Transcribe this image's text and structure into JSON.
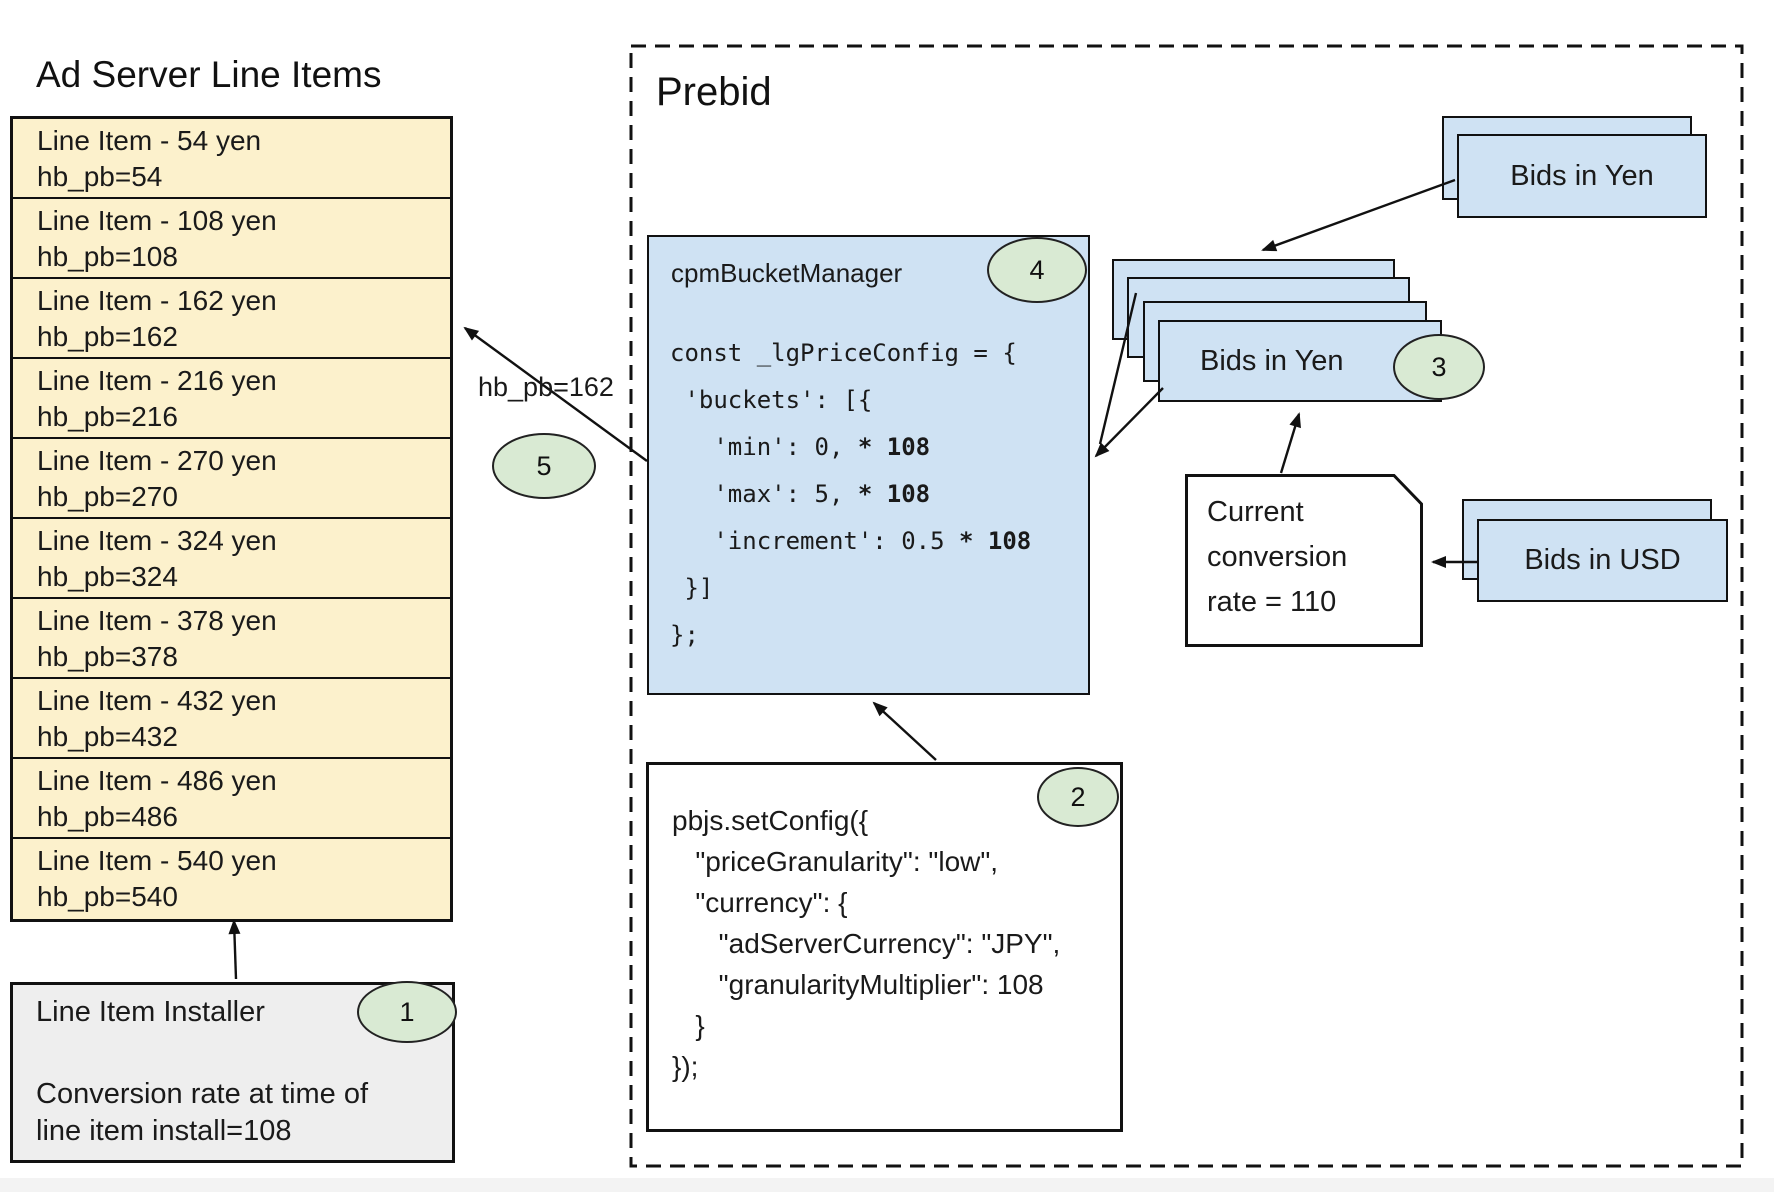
{
  "colors": {
    "card_blue": "#cfe2f3",
    "table_yellow": "#fcf1cc",
    "badge_green": "#d9ead3",
    "installer_gray": "#eeeeee",
    "line_black": "#111111"
  },
  "ad_server": {
    "title": "Ad Server Line Items",
    "line_items": [
      {
        "name": "Line Item - 54 yen",
        "hb_pb": "hb_pb=54"
      },
      {
        "name": "Line Item - 108 yen",
        "hb_pb": "hb_pb=108"
      },
      {
        "name": "Line Item - 162 yen",
        "hb_pb": "hb_pb=162"
      },
      {
        "name": "Line Item - 216 yen",
        "hb_pb": "hb_pb=216"
      },
      {
        "name": "Line Item - 270 yen",
        "hb_pb": "hb_pb=270"
      },
      {
        "name": "Line Item - 324 yen",
        "hb_pb": "hb_pb=324"
      },
      {
        "name": "Line Item - 378 yen",
        "hb_pb": "hb_pb=378"
      },
      {
        "name": "Line Item - 432 yen",
        "hb_pb": "hb_pb=432"
      },
      {
        "name": "Line Item - 486 yen",
        "hb_pb": "hb_pb=486"
      },
      {
        "name": "Line Item - 540 yen",
        "hb_pb": "hb_pb=540"
      }
    ],
    "installer": {
      "title": "Line Item Installer",
      "badge": "1",
      "note_lines": [
        "Conversion rate at time of",
        "line item install=108"
      ]
    }
  },
  "prebid": {
    "title": "Prebid",
    "cpm_bucket_manager": {
      "title": "cpmBucketManager",
      "badge": "4",
      "code": [
        [
          {
            "text": "const _lgPriceConfig = {",
            "bold": false
          }
        ],
        [
          {
            "text": " 'buckets': [{",
            "bold": false
          }
        ],
        [
          {
            "text": "   'min': 0, ",
            "bold": false
          },
          {
            "text": "* 108",
            "bold": true
          }
        ],
        [
          {
            "text": "   'max': 5, ",
            "bold": false
          },
          {
            "text": "* 108",
            "bold": true
          }
        ],
        [
          {
            "text": "   'increment': 0.5 ",
            "bold": false
          },
          {
            "text": "* 108",
            "bold": true
          }
        ],
        [
          {
            "text": " }]",
            "bold": false
          }
        ],
        [
          {
            "text": "};",
            "bold": false
          }
        ]
      ]
    },
    "set_config": {
      "badge": "2",
      "code_lines": [
        "pbjs.setConfig({",
        "   \"priceGranularity\": \"low\",",
        "   \"currency\": {",
        "      \"adServerCurrency\": \"JPY\",",
        "      \"granularityMultiplier\": 108",
        "   }",
        "});"
      ]
    },
    "bids_in_yen_top": {
      "label": "Bids in Yen"
    },
    "bids_in_yen_stack": {
      "label": "Bids in Yen",
      "badge": "3"
    },
    "conversion_note": {
      "lines": [
        "Current",
        "conversion",
        "rate = 110"
      ]
    },
    "bids_in_usd": {
      "label": "Bids in USD"
    },
    "arrow_label": "hb_pb=162",
    "arrow_badge": "5"
  }
}
